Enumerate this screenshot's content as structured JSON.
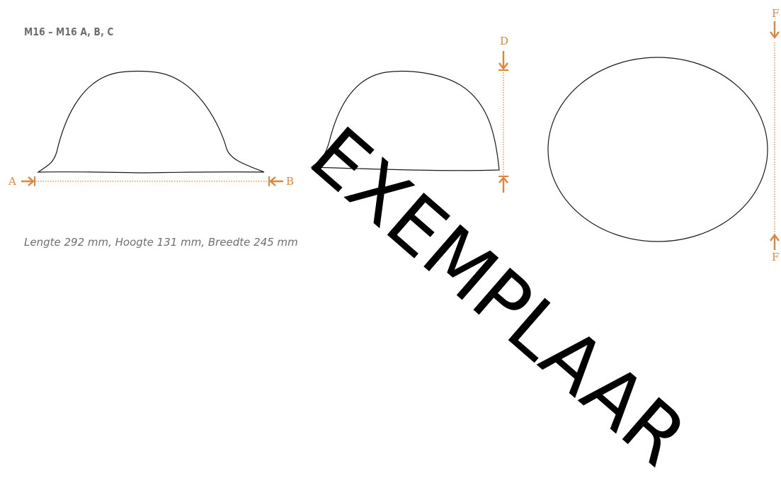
{
  "title": "M16 – M16 A, B, C",
  "caption": "Lengte 292 mm, Hoogte 131 mm, Breedte 245 mm",
  "labels": {
    "a": "A",
    "b": "B",
    "d": "D",
    "f": "F"
  },
  "watermark": "EXEMPLAAR",
  "colors": {
    "accent": "#e0863a",
    "text": "#6f6f6f",
    "outline": "#1a1a1a"
  }
}
